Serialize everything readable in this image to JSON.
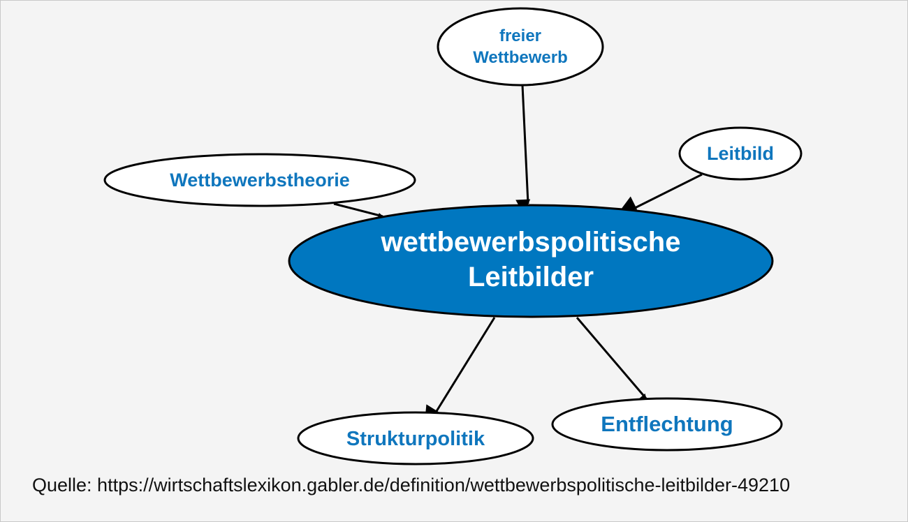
{
  "diagram": {
    "center": {
      "line1": "wettbewerbspolitische",
      "line2": "Leitbilder"
    },
    "nodes": {
      "freier": {
        "line1": "freier",
        "line2": "Wettbewerb"
      },
      "leitbild": "Leitbild",
      "theorie": "Wettbewerbstheorie",
      "struktur": "Strukturpolitik",
      "entflechtung": "Entflechtung"
    },
    "colors": {
      "center_fill": "#0077c0",
      "label": "#0f76bd",
      "background": "#f4f4f4"
    }
  },
  "source": "Quelle: https://wirtschaftslexikon.gabler.de/definition/wettbewerbspolitische-leitbilder-49210"
}
